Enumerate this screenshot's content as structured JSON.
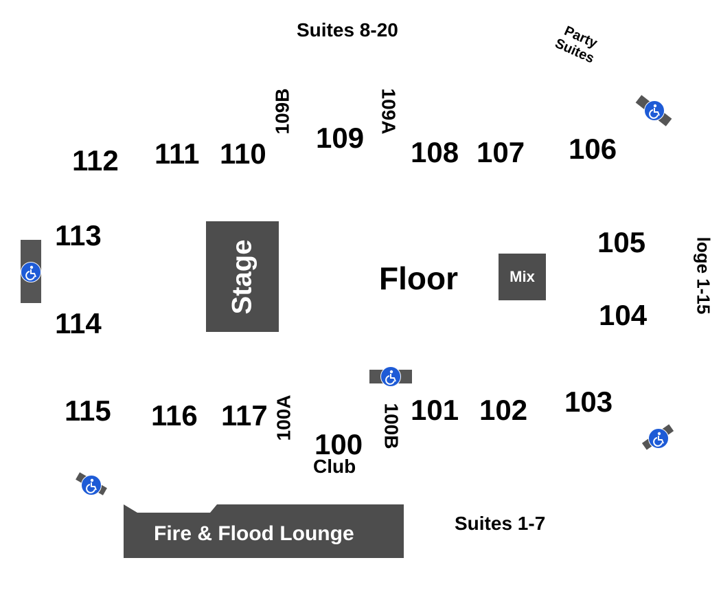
{
  "venue_map": {
    "suites_top": "Suites 8-20",
    "party_suites_line1": "Party",
    "party_suites_line2": "Suites",
    "loge": "loge 1-15",
    "suites_bottom": "Suites 1-7",
    "stage": "Stage",
    "floor": "Floor",
    "mix": "Mix",
    "lounge": "Fire & Flood Lounge",
    "club": "Club",
    "sections": {
      "s100": "100",
      "s100A": "100A",
      "s100B": "100B",
      "s101": "101",
      "s102": "102",
      "s103": "103",
      "s104": "104",
      "s105": "105",
      "s106": "106",
      "s107": "107",
      "s108": "108",
      "s109": "109",
      "s109A": "109A",
      "s109B": "109B",
      "s110": "110",
      "s111": "111",
      "s112": "112",
      "s113": "113",
      "s114": "114",
      "s115": "115",
      "s116": "116",
      "s117": "117"
    }
  },
  "colors": {
    "block_fill": "#4d4d4d",
    "accessible_icon": "#1e5bd6",
    "text": "#000000"
  },
  "icons": [
    "wheelchair-accessible-icon"
  ]
}
